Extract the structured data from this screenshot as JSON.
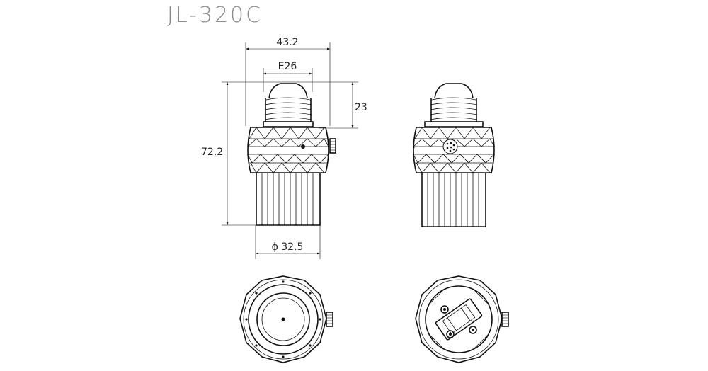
{
  "title": "JL-320C",
  "dimensions": {
    "width": "43.2",
    "thread": "E26",
    "thread_height": "23",
    "height": "72.2",
    "base_diameter": "ϕ 32.5"
  }
}
